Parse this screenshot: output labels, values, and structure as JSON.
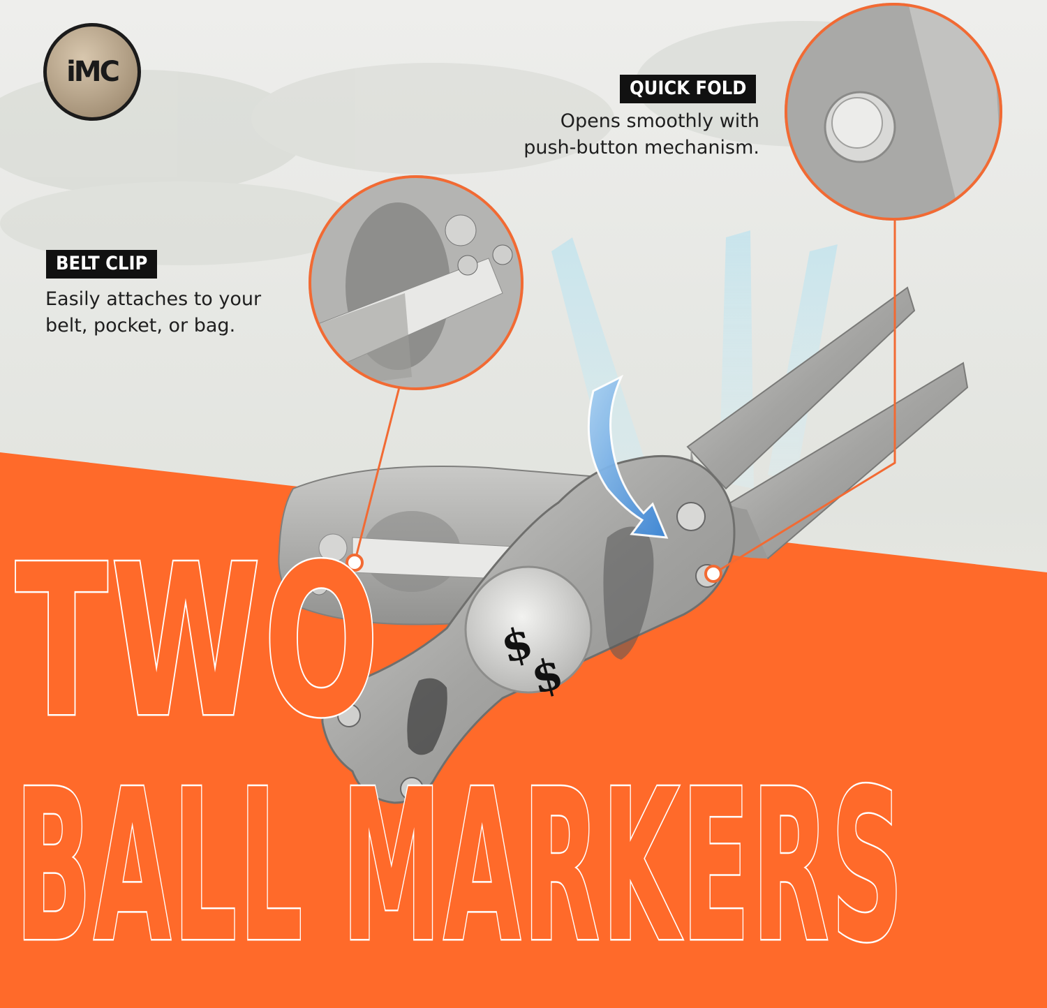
{
  "brand": {
    "logo_text": "iMC"
  },
  "callouts": {
    "quick_fold": {
      "title": "QUICK FOLD",
      "line1": "Opens smoothly with",
      "line2": "push-button mechanism."
    },
    "belt_clip": {
      "title": "BELT CLIP",
      "line1": "Easily attaches to your",
      "line2": "belt, pocket, or bag."
    }
  },
  "headline": {
    "line1": "TWO",
    "line2": "BALL MARKERS"
  },
  "product": {
    "marker_symbol": "$"
  },
  "colors": {
    "accent_orange": "#ff6a2a",
    "callout_ring": "#f26a33",
    "tag_bg": "#111111",
    "metal": "#a9a9a9"
  },
  "icons": [
    "imc-logo",
    "dollar-ball-marker-icon",
    "fold-arrow-icon"
  ]
}
